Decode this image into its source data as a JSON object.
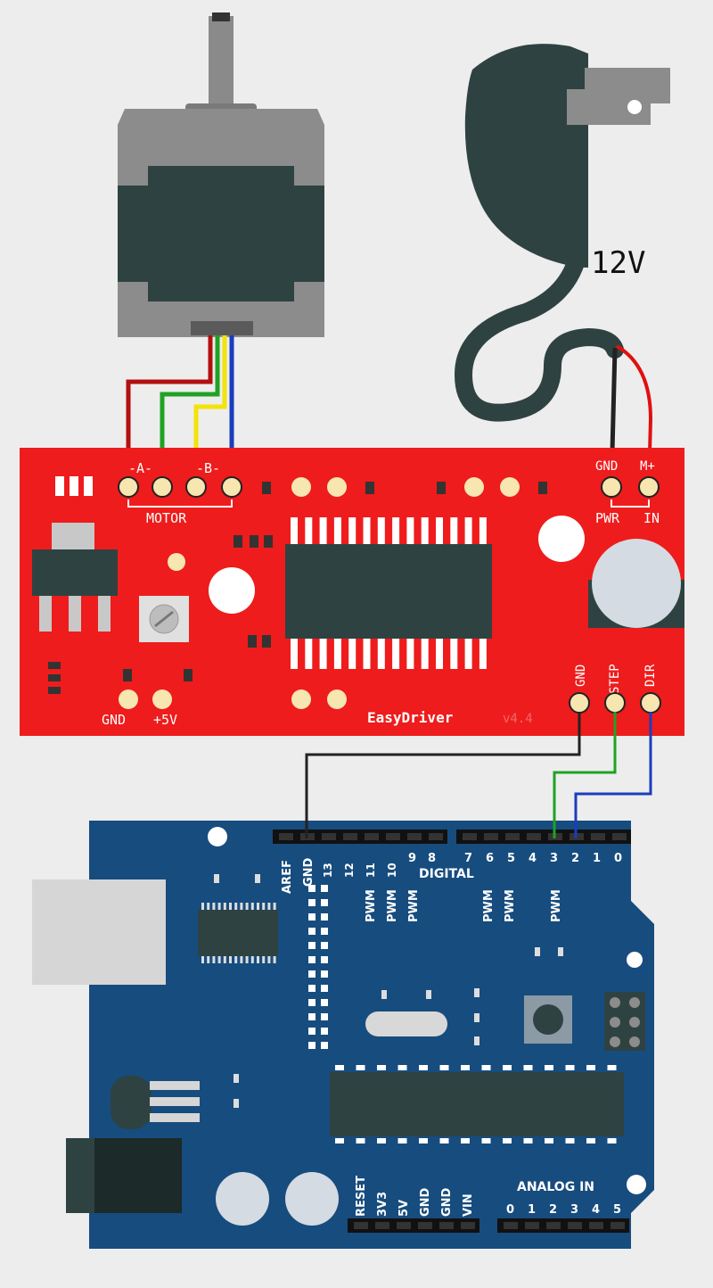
{
  "power": {
    "voltage_label": "12V"
  },
  "easydriver": {
    "name": "EasyDriver",
    "version": "v4.4",
    "motor_label": "MOTOR",
    "coil_a": "-A-",
    "coil_b": "-B-",
    "pwr_gnd": "GND",
    "pwr_plus": "M+",
    "pwr": "PWR",
    "in": "IN",
    "gnd": "GND",
    "plus5v": "+5V",
    "ctrl_gnd": "GND",
    "step": "STEP",
    "dir": "DIR"
  },
  "arduino": {
    "aref": "AREF",
    "gnd_top": "GND",
    "d13": "13",
    "d12": "12",
    "d11": "11",
    "d10": "10",
    "d9": "9",
    "d8": "8",
    "d7": "7",
    "d6": "6",
    "d5": "5",
    "d4": "4",
    "d3": "3",
    "d2": "2",
    "d1": "1",
    "d0": "0",
    "digital": "DIGITAL",
    "pwm": "PWM",
    "reset": "RESET",
    "v33": "3V3",
    "v5": "5V",
    "gnd1": "GND",
    "gnd2": "GND",
    "vin": "VIN",
    "analog_in": "ANALOG IN",
    "a0": "0",
    "a1": "1",
    "a2": "2",
    "a3": "3",
    "a4": "4",
    "a5": "5"
  },
  "colors": {
    "board_red": "#ee1c1c",
    "arduino_blue": "#174c7e",
    "motor_gray": "#8c8c8c",
    "motor_dark": "#2f4242",
    "wire_red": "#b30f0f",
    "wire_green": "#1fa224",
    "wire_yellow": "#f2e408",
    "wire_blue": "#1a3dbd",
    "wire_black": "#222222"
  }
}
